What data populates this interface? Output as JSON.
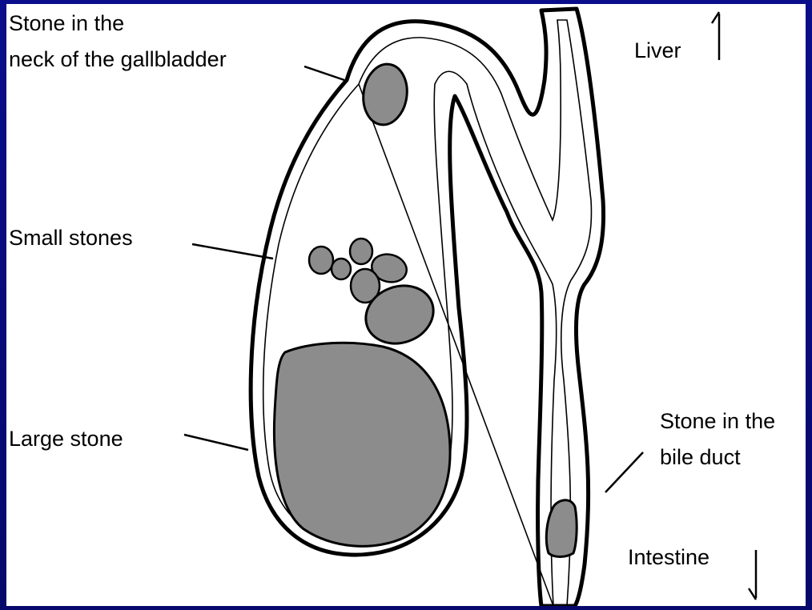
{
  "labels": {
    "neck_stone_line1": "Stone in the",
    "neck_stone_line2": "neck of the gallbladder",
    "small_stones": "Small stones",
    "large_stone": "Large stone",
    "duct_stone_line1": "Stone in the",
    "duct_stone_line2": "bile duct",
    "liver": "Liver",
    "intestine": "Intestine"
  },
  "colors": {
    "background": "#0b0f86",
    "panel": "#ffffff",
    "outline": "#000000",
    "stone_fill": "#8c8c8c"
  }
}
